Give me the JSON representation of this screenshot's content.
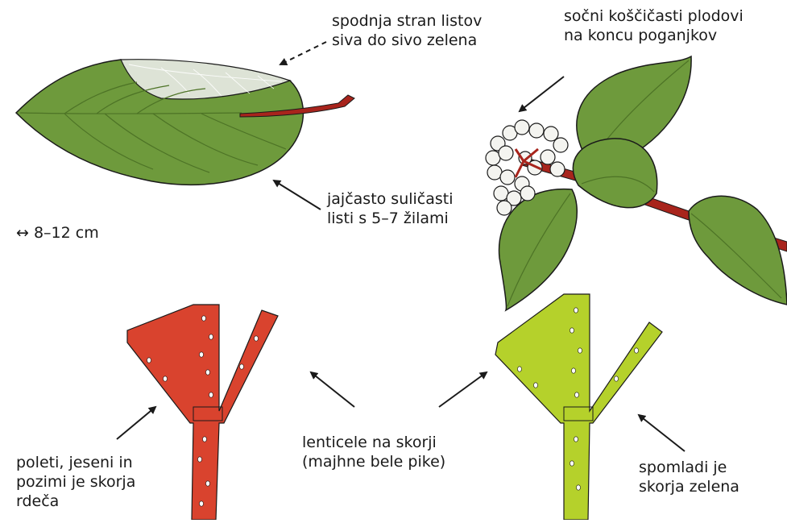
{
  "labels": {
    "underside": [
      "spodnja stran listov",
      "siva do sivo zelena"
    ],
    "fruits": [
      "sočni koščičasti plodovi",
      "na koncu poganjkov"
    ],
    "leaf_shape": [
      "jajčasto suličasti",
      "listi s 5–7 žilami"
    ],
    "size": "↔ 8–12 cm",
    "lenticels": [
      "lenticele na skorji",
      "(majhne bele pike)"
    ],
    "summer_bark": [
      "poleti, jeseni in",
      "pozimi je skorja",
      "rdeča"
    ],
    "spring_bark": [
      "spomladi je",
      "skorja  zelena"
    ]
  },
  "colors": {
    "leaf_green": "#6e9a3c",
    "leaf_vein": "#4d7326",
    "underside_grey": "#dde3d6",
    "red_stem": "#a8241c",
    "red_twig": "#d9432e",
    "green_twig": "#b5d12b",
    "outline": "#1a1a1a"
  }
}
